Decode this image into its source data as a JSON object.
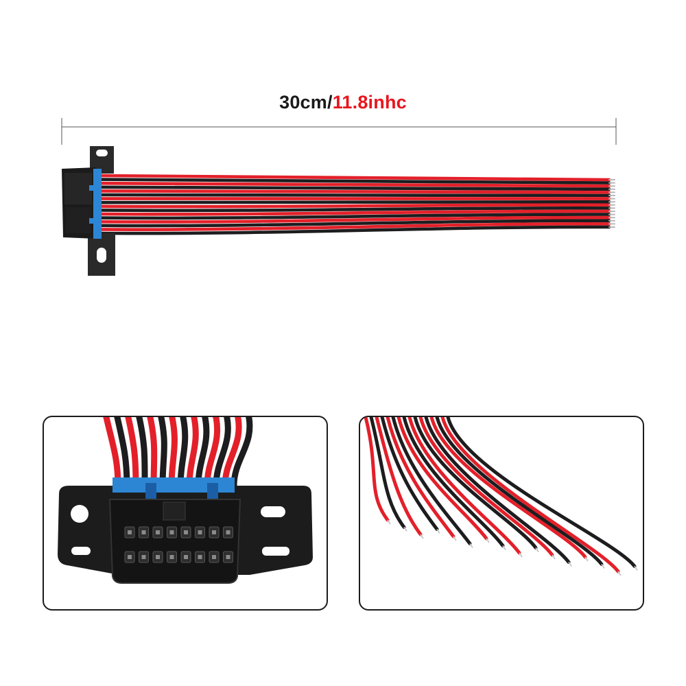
{
  "dimension": {
    "metric": "30cm/",
    "imperial": "11.8inhc"
  },
  "colors": {
    "wire_red": "#e3202a",
    "wire_black": "#1d1d1f",
    "connector_housing": "#1a1a1a",
    "lock_clip": "#2d86d4",
    "imperial_text": "#e8151d"
  },
  "icons": {
    "connector": "obd2-16-pin-female-connector",
    "wires": "red-black-wire-bundle"
  },
  "photos": {
    "main": "obd2-harness-overview",
    "left_detail": "connector-face-closeup",
    "right_detail": "stripped-wire-ends-closeup"
  },
  "connector": {
    "pin_rows": 2,
    "pins_per_row": 8
  }
}
